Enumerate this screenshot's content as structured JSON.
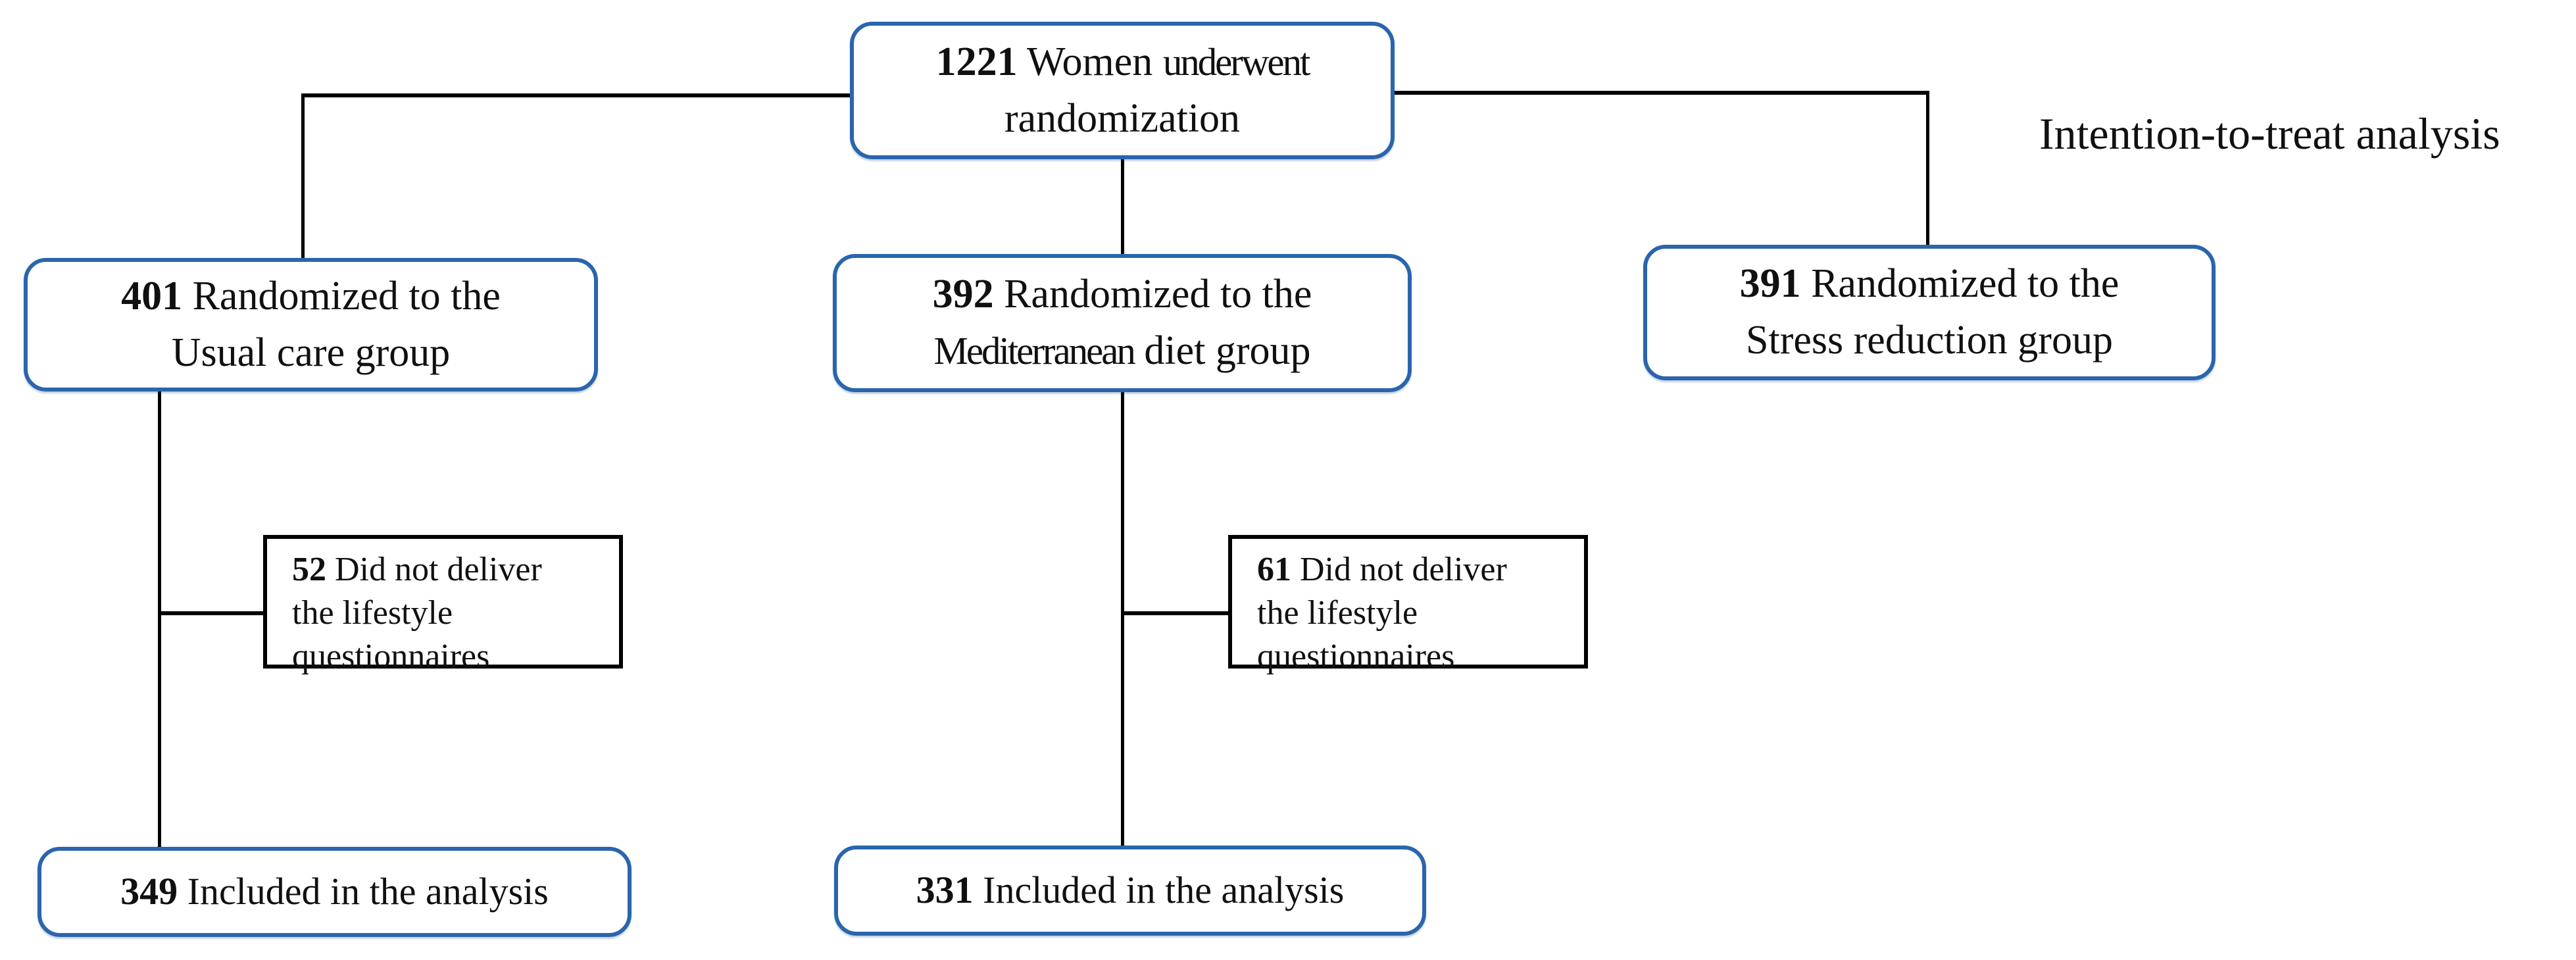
{
  "annotation": {
    "label": "Intention-to-treat analysis"
  },
  "colors": {
    "box_border_blue": "#2A65AD",
    "box_border_black": "#000000",
    "connector": "#000000",
    "text": "#101010"
  },
  "nodes": {
    "randomization": {
      "num": "1221",
      "line1_pre": " Women ",
      "line1_cond": "underwent",
      "line2": "randomization"
    },
    "usual_care": {
      "num": "401",
      "line1": " Randomized to the",
      "line2": "Usual care group"
    },
    "mediterranean": {
      "num": "392",
      "line1": " Randomized to the",
      "line2_cond": "Mediterranean",
      "line2_rest": " diet group"
    },
    "stress": {
      "num": "391",
      "line1": " Randomized to the",
      "line2": "Stress reduction group"
    },
    "dropout_usual": {
      "num": "52",
      "line1": " Did not deliver",
      "line2": "the lifestyle",
      "line3": "questionnaires"
    },
    "dropout_med": {
      "num": "61",
      "line1": " Did not deliver",
      "line2": "the lifestyle",
      "line3": "questionnaires"
    },
    "analysis_usual": {
      "num": "349",
      "line1": " Included in the analysis"
    },
    "analysis_med": {
      "num": "331",
      "line1": " Included in the analysis"
    }
  }
}
